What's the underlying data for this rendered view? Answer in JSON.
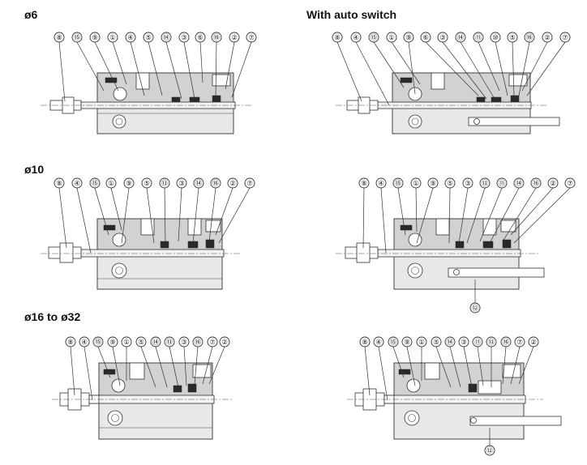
{
  "headers": {
    "h1": "ø6",
    "h2": "With auto switch",
    "h3": "ø10",
    "h4": "ø16 to ø32"
  },
  "diagrams": [
    {
      "id": "d6",
      "labels": [
        "⑧",
        "⑮",
        "⑨",
        "①",
        "④",
        "⑤",
        "⑭",
        "③",
        "⑥",
        "⑯",
        "②",
        "⑦"
      ]
    },
    {
      "id": "d6s",
      "labels": [
        "⑧",
        "④",
        "⑮",
        "①",
        "⑨",
        "⑥",
        "③",
        "⑭",
        "⑪",
        "⑩",
        "⑤",
        "⑯",
        "②",
        "⑦"
      ]
    },
    {
      "id": "d10",
      "labels": [
        "⑧",
        "④",
        "⑮",
        "①",
        "⑨",
        "⑤",
        "⑬",
        "③",
        "⑭",
        "⑯",
        "②",
        "⑦"
      ]
    },
    {
      "id": "d10s",
      "labels": [
        "⑧",
        "④",
        "⑮",
        "①",
        "⑨",
        "⑤",
        "③",
        "⑬",
        "⑪",
        "⑭",
        "⑯",
        "②",
        "⑦"
      ],
      "bottom": "⑫"
    },
    {
      "id": "d16",
      "labels": [
        "⑧",
        "④",
        "⑮",
        "⑨",
        "①",
        "⑤",
        "⑭",
        "⑬",
        "③",
        "⑯",
        "⑦",
        "②"
      ]
    },
    {
      "id": "d16s",
      "labels": [
        "⑧",
        "④",
        "⑮",
        "⑨",
        "①",
        "⑤",
        "⑭",
        "③",
        "⑪",
        "⑬",
        "⑯",
        "⑦",
        "②"
      ],
      "bottom": "⑫"
    }
  ]
}
